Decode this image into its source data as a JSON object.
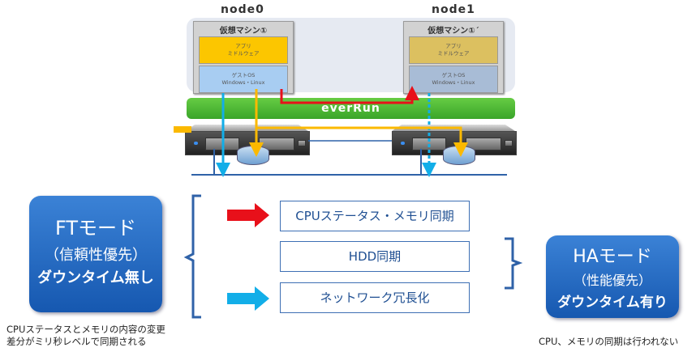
{
  "nodes": [
    {
      "label": "node0",
      "vm": {
        "title": "仮想マシン①",
        "app_line1": "アプリ",
        "app_line2": "ミドルウェア",
        "os_line1": "ゲストOS",
        "os_line2": "Windows・Linux"
      }
    },
    {
      "label": "node1",
      "vm": {
        "title": "仮想マシン①´",
        "app_line1": "アプリ",
        "app_line2": "ミドルウェア",
        "os_line1": "ゲストOS",
        "os_line2": "Windows・Linux"
      }
    }
  ],
  "everrun_label": "everRun",
  "ft_mode": {
    "line1": "FTモード",
    "line2": "（信頼性優先）",
    "line3": "ダウンタイム無し",
    "note_line1": "CPUステータスとメモリの内容の変更",
    "note_line2": "差分がミリ秒レベルで同期される"
  },
  "ha_mode": {
    "line1": "HAモード",
    "line2": "（性能優先）",
    "line3": "ダウンタイム有り",
    "note": "CPU、メモリの同期は行われない"
  },
  "sync_items": [
    {
      "label": "CPUステータス・メモリ同期",
      "arrow_color": "#e8101a"
    },
    {
      "label": "HDD同期",
      "arrow_color": null
    },
    {
      "label": "ネットワーク冗長化",
      "arrow_color": "#12aee8"
    }
  ],
  "colors": {
    "cpu_sync": "#e8101a",
    "disk_sync": "#fbb900",
    "network": "#12aee8",
    "everrun": "#44b030",
    "mode_box": "#1c64bc",
    "bracket": "#2f62a8"
  }
}
